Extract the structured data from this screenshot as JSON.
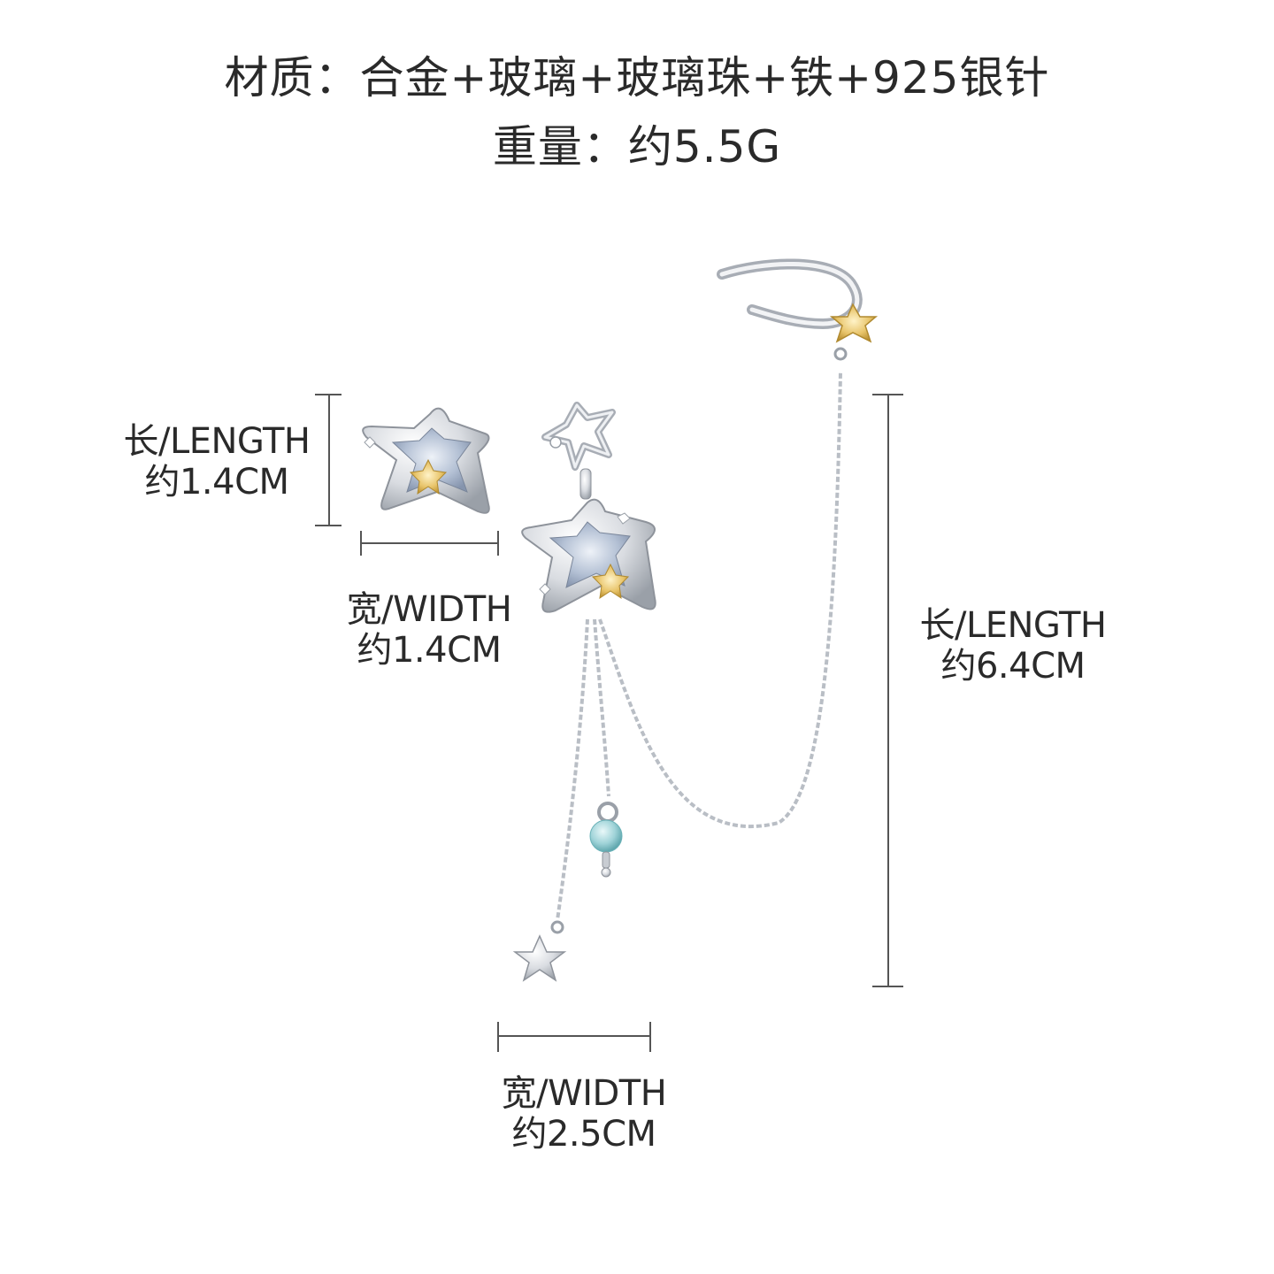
{
  "header": {
    "material": "材质：合金+玻璃+玻璃珠+铁+925银针",
    "weight": "重量：约5.5G"
  },
  "dimensions": {
    "stud_length_label": "长/LENGTH",
    "stud_length_value": "约1.4CM",
    "stud_width_label": "宽/WIDTH",
    "stud_width_value": "约1.4CM",
    "drop_width_label": "宽/WIDTH",
    "drop_width_value": "约2.5CM",
    "cuff_length_label": "长/LENGTH",
    "cuff_length_value": "约6.4CM"
  },
  "colors": {
    "silver": "#c8ccd2",
    "silver_dark": "#8e939b",
    "crystal_blue": "#a9b8cf",
    "crystal_yellow": "#e7c46a",
    "bead_aqua": "#9fd3d8",
    "measure_line": "#555555"
  }
}
